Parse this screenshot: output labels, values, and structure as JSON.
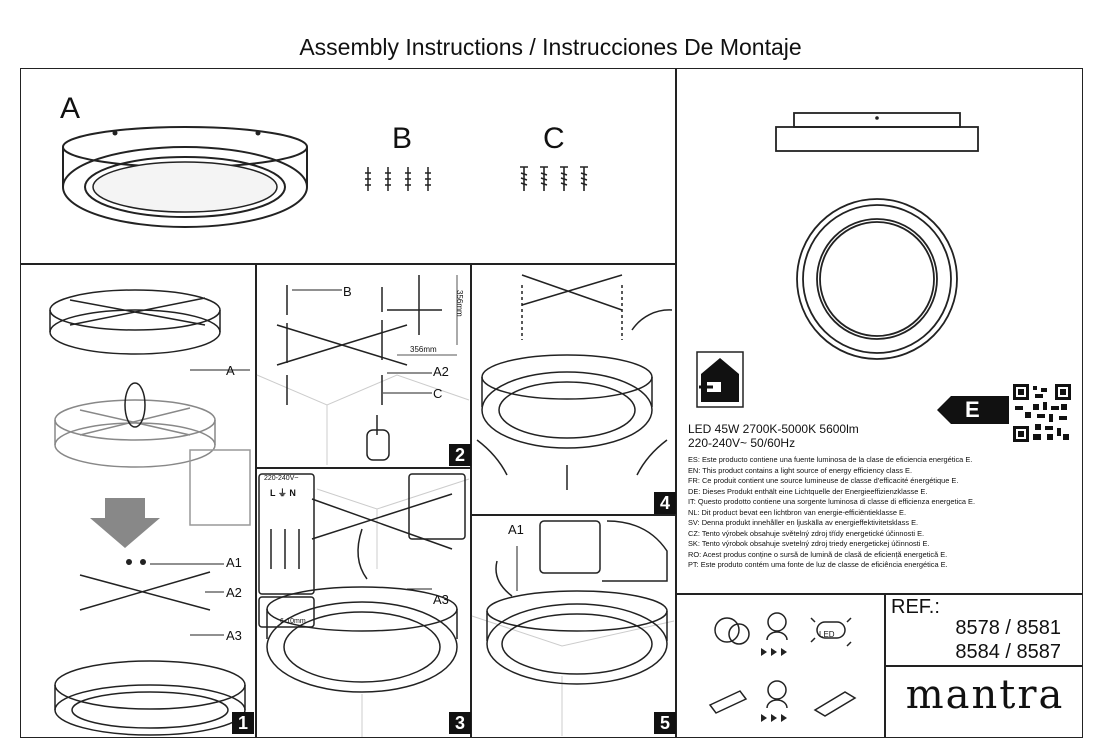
{
  "title": "Assembly Instructions / Instrucciones De Montaje",
  "parts": {
    "a": "A",
    "b": "B",
    "c": "C"
  },
  "steps": {
    "s1": {
      "num": "1",
      "a": "A",
      "a1": "A1",
      "a2": "A2",
      "a3": "A3"
    },
    "s2": {
      "num": "2",
      "b": "B",
      "a2": "A2",
      "c": "C",
      "dim_w": "356mm",
      "dim_h": "356mm"
    },
    "s3": {
      "num": "3",
      "a3": "A3",
      "voltage": "220-240V~",
      "terminals": "L ⏚ N",
      "strip": "6-10mm"
    },
    "s4": {
      "num": "4"
    },
    "s5": {
      "num": "5",
      "a1": "A1"
    }
  },
  "specs": {
    "line1": "LED 45W 2700K-5000K 5600lm",
    "line2": "220-240V~ 50/60Hz",
    "energy_class": "E"
  },
  "eu_notices": [
    "ES: Este producto contiene una fuente luminosa de la clase de eficiencia energética E.",
    "EN: This product contains a light source of energy efficiency class E.",
    "FR: Ce produit contient une source lumineuse de classe d'efficacité énergétique E.",
    "DE: Dieses Produkt enthält eine Lichtquelle der Energieeffizienzklasse E.",
    "IT: Questo prodotto contiene una sorgente luminosa di classe di efficienza energetica E.",
    "NL: Dit product bevat een lichtbron van energie-efficiëntieklasse E.",
    "SV: Denna produkt innehåller en ljuskälla av energieffektivitetsklass E.",
    "CZ: Tento výrobek obsahuje světelný zdroj třídy energetické účinnosti E.",
    "SK: Tento výrobok obsahuje svetelný zdroj triedy energetickej účinnosti E.",
    "RO: Acest produs conține o sursă de lumină de clasă de eficiență energetică E.",
    "PT: Este produto contém uma fonte de luz de classe de eficiência energética E."
  ],
  "led_icon_label": "LED",
  "ref": {
    "label": "REF.:",
    "line1": "8578 / 8581",
    "line2": "8584 / 8587"
  },
  "brand": "mantra"
}
